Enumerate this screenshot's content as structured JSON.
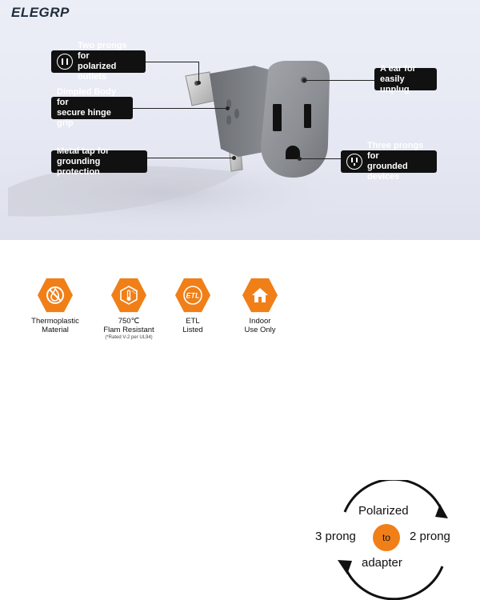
{
  "brand": "ELEGRP",
  "callouts": {
    "two_prongs": {
      "line1": "Two prongs for",
      "line2": "polarized outlets"
    },
    "dimpled": {
      "line1": "Dimpled Body for",
      "line2": "secure hinge grip"
    },
    "metal_tap": {
      "line1": "Metal tap for",
      "line2": "grounding protection"
    },
    "ear": {
      "line1": "A ear for",
      "line2": "easily unplug"
    },
    "three_prongs": {
      "line1": "Three prongs for",
      "line2": "grounded devices"
    }
  },
  "features": [
    {
      "icon": "flame-shield-icon",
      "line1": "Thermoplastic",
      "line2": "Material"
    },
    {
      "icon": "thermometer-icon",
      "line1": "750℃",
      "line2": "Flam Resistant",
      "note": "(*Rated V-2 per UL94)"
    },
    {
      "icon": "etl-icon",
      "line1": "ETL",
      "line2": "Listed"
    },
    {
      "icon": "house-icon",
      "line1": "Indoor",
      "line2": "Use Only"
    }
  ],
  "conversion": {
    "top": "Polarized",
    "left": "3 prong",
    "middle": "to",
    "right": "2 prong",
    "bottom": "adapter"
  },
  "colors": {
    "accent": "#f07f18",
    "callout_bg": "#111111",
    "plug_gray": "#8c8f94"
  }
}
